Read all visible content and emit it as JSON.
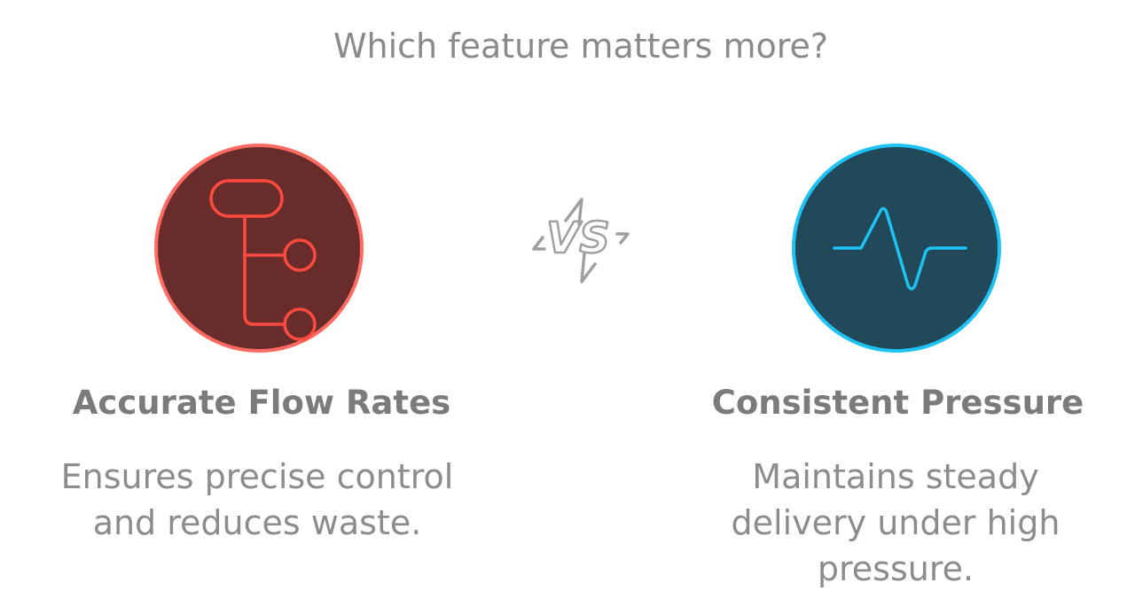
{
  "title": "Which feature matters more?",
  "vs_label": "VS",
  "left": {
    "heading": "Accurate Flow Rates",
    "description": "Ensures precise control and reduces waste.",
    "icon": "flow-tree-icon",
    "fill": "#682c2b",
    "stroke": "#ff6b63"
  },
  "right": {
    "heading": "Consistent Pressure",
    "description": "Maintains steady delivery under high pressure.",
    "icon": "pulse-icon",
    "fill": "#21495a",
    "stroke": "#1ec3f5"
  }
}
